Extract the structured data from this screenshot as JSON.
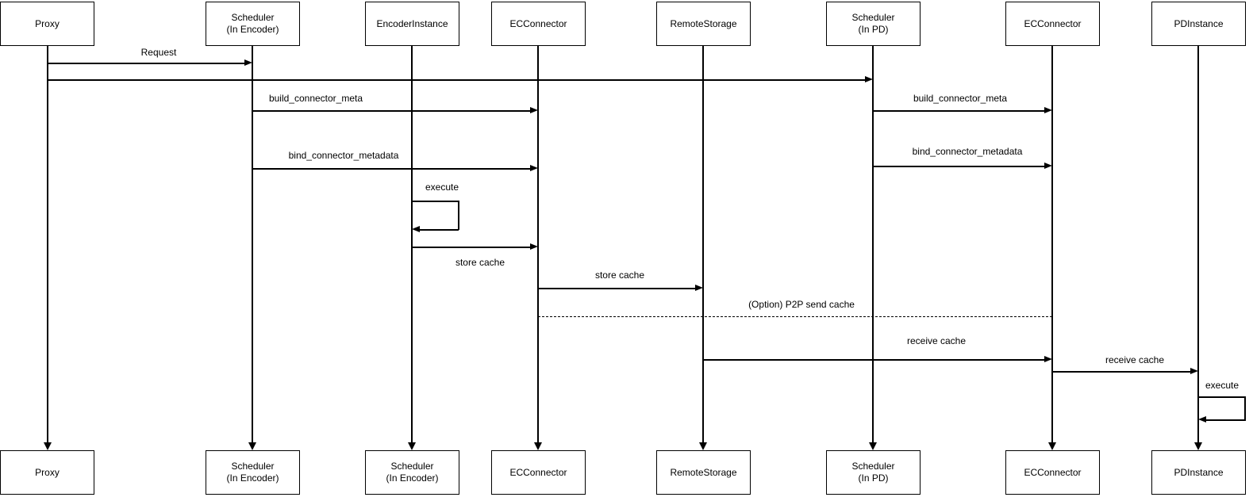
{
  "diagram": {
    "type": "sequence-diagram",
    "actors_top": [
      {
        "label": "Proxy"
      },
      {
        "label": "Scheduler\n(In Encoder)"
      },
      {
        "label": "EncoderInstance"
      },
      {
        "label": "ECConnector"
      },
      {
        "label": "RemoteStorage"
      },
      {
        "label": "Scheduler\n(In PD)"
      },
      {
        "label": "ECConnector"
      },
      {
        "label": "PDInstance"
      }
    ],
    "actors_bottom": [
      {
        "label": "Proxy"
      },
      {
        "label": "Scheduler\n(In Encoder)"
      },
      {
        "label": "Scheduler\n(In Encoder)"
      },
      {
        "label": "ECConnector"
      },
      {
        "label": "RemoteStorage"
      },
      {
        "label": "Scheduler\n(In PD)"
      },
      {
        "label": "ECConnector"
      },
      {
        "label": "PDInstance"
      }
    ],
    "messages": [
      {
        "label": "Request",
        "from": "Proxy",
        "to": "Scheduler (In Encoder)",
        "style": "solid"
      },
      {
        "label": "",
        "from": "Proxy",
        "to": "Scheduler (In PD)",
        "style": "solid"
      },
      {
        "label": "build_connector_meta",
        "from": "Scheduler (In Encoder)",
        "to": "ECConnector",
        "style": "solid"
      },
      {
        "label": "build_connector_meta",
        "from": "Scheduler (In PD)",
        "to": "ECConnector",
        "style": "solid"
      },
      {
        "label": "bind_connector_metadata",
        "from": "Scheduler (In Encoder)",
        "to": "ECConnector",
        "style": "solid"
      },
      {
        "label": "bind_connector_metadata",
        "from": "Scheduler (In PD)",
        "to": "ECConnector",
        "style": "solid"
      },
      {
        "label": "execute",
        "from": "EncoderInstance",
        "to": "EncoderInstance",
        "style": "self"
      },
      {
        "label": "store cache",
        "from": "EncoderInstance",
        "to": "ECConnector",
        "style": "solid"
      },
      {
        "label": "store cache",
        "from": "ECConnector",
        "to": "RemoteStorage",
        "style": "solid"
      },
      {
        "label": "(Option) P2P send cache",
        "from": "ECConnector",
        "to": "ECConnector",
        "style": "dashed"
      },
      {
        "label": "receive cache",
        "from": "RemoteStorage",
        "to": "ECConnector",
        "style": "solid"
      },
      {
        "label": "receive cache",
        "from": "ECConnector",
        "to": "PDInstance",
        "style": "solid"
      },
      {
        "label": "execute",
        "from": "PDInstance",
        "to": "PDInstance",
        "style": "self"
      }
    ],
    "colors": {
      "line": "#000000",
      "box_fill": "#ffffff",
      "text": "#000000",
      "background": "#ffffff"
    }
  }
}
